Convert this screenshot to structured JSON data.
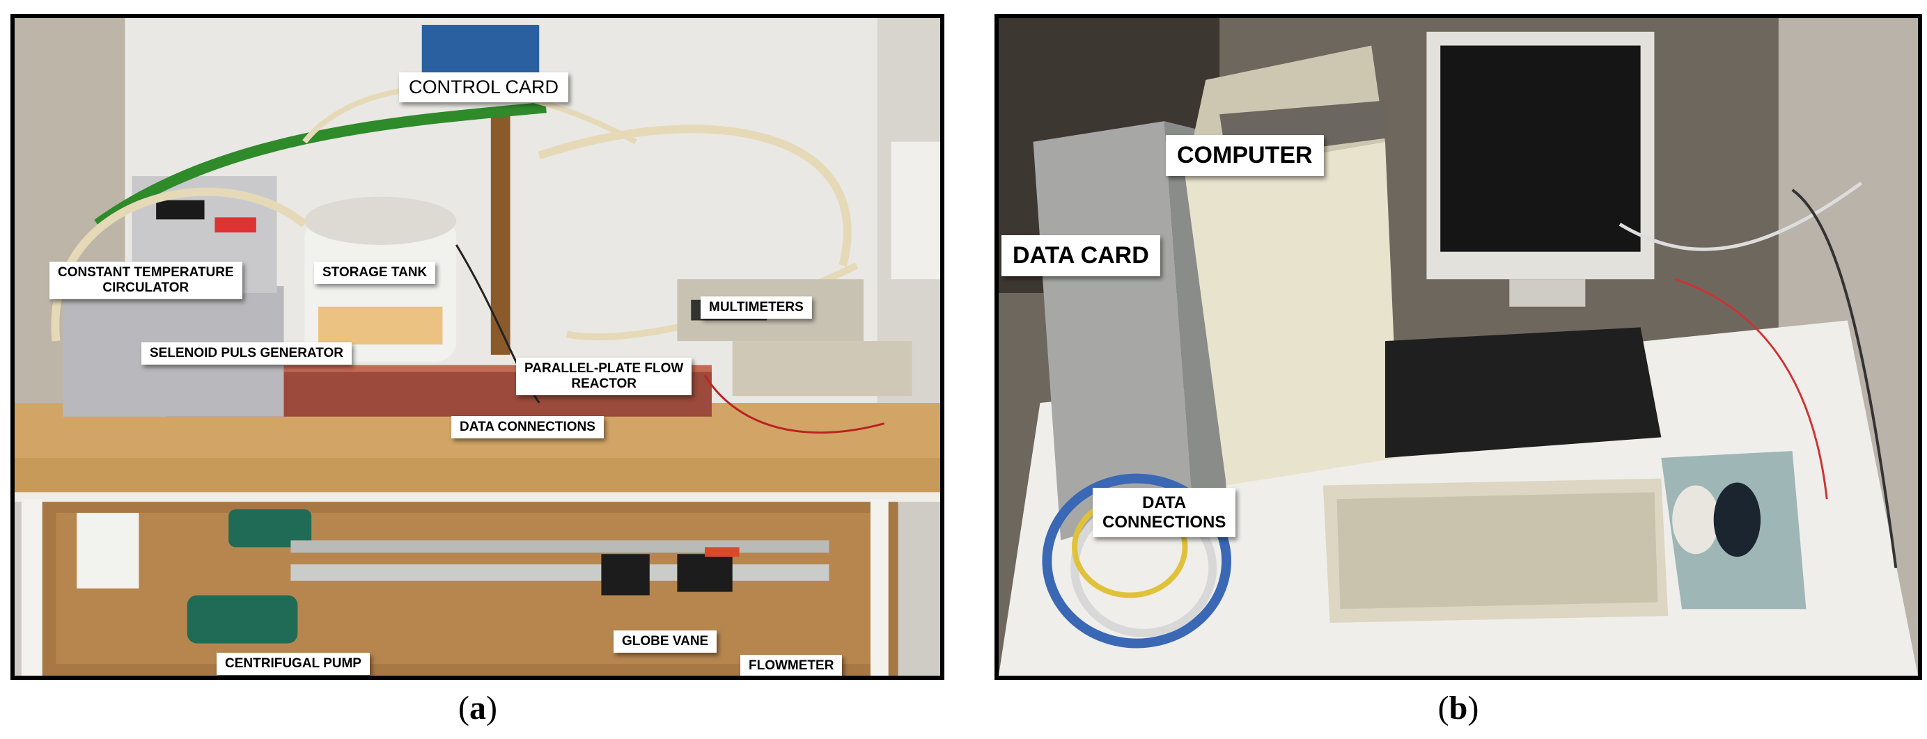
{
  "panel_a": {
    "caption_letter": "a",
    "labels": {
      "control_card": "CONTROL CARD",
      "constant_temperature_circulator": "CONSTANT TEMPERATURE\nCIRCULATOR",
      "storage_tank": "STORAGE TANK",
      "multimeters": "MULTIMETERS",
      "selenoid_puls_generator": "SELENOID PULS GENERATOR",
      "parallel_plate_flow_reactor": "PARALLEL-PLATE FLOW\nREACTOR",
      "data_connections": "DATA CONNECTIONS",
      "centrifugal_pump": "CENTRIFUGAL PUMP",
      "globe_vane": "GLOBE VANE",
      "flowmeter": "FLOWMETER"
    }
  },
  "panel_b": {
    "caption_letter": "b",
    "labels": {
      "computer": "COMPUTER",
      "data_card": "DATA CARD",
      "data_connections": "DATA\nCONNECTIONS"
    }
  }
}
